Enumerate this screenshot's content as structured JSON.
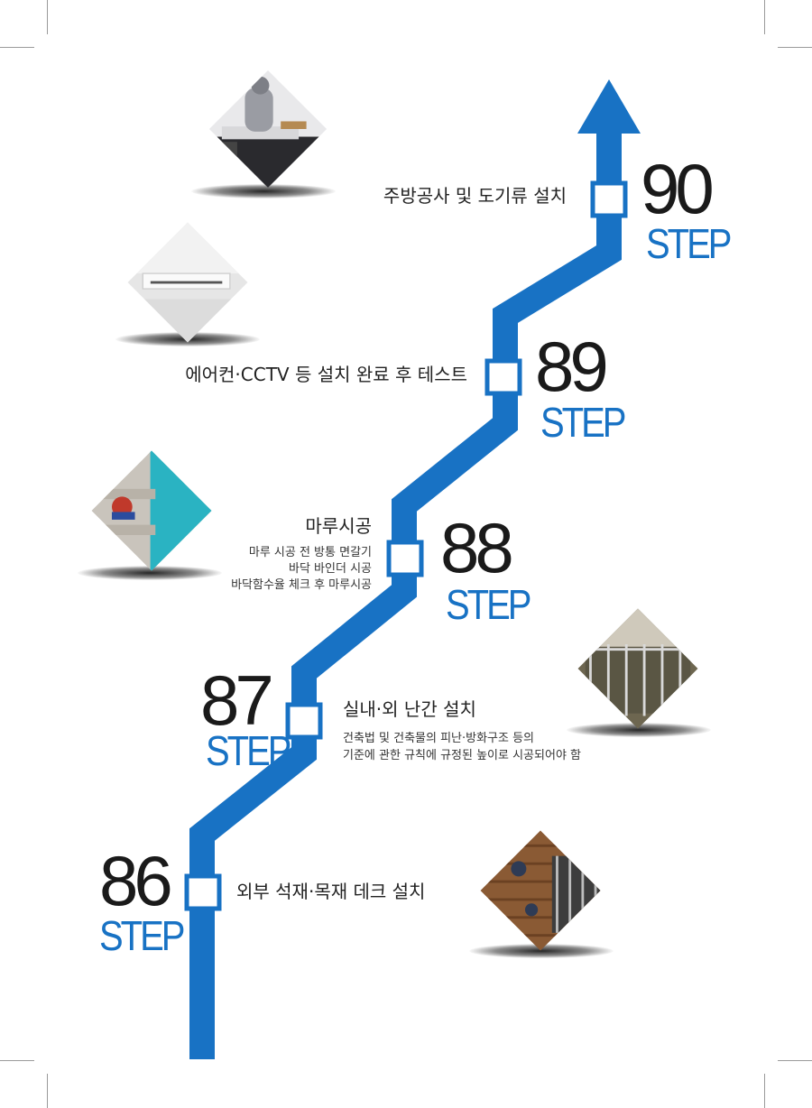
{
  "colors": {
    "path": "#1872c4",
    "marker_fill": "#ffffff",
    "step_word": "#1872c4",
    "step_number": "#1a1a1a"
  },
  "steps": [
    {
      "number": "90",
      "word": "STEP",
      "title": "주방공사 및 도기류 설치",
      "lines": [],
      "photo": "kitchen-installation-photo"
    },
    {
      "number": "89",
      "word": "STEP",
      "title": "에어컨·CCTV 등 설치 완료 후 테스트",
      "lines": [],
      "photo": "ceiling-air-conditioner-photo"
    },
    {
      "number": "88",
      "word": "STEP",
      "title": "마루시공",
      "lines": [
        "마루 시공 전 방통 면갈기",
        "바닥 바인더 시공",
        "바닥함수율 체크 후 마루시공"
      ],
      "photo": "floor-grinding-photo"
    },
    {
      "number": "87",
      "word": "STEP",
      "title": "실내·외 난간 설치",
      "lines": [
        "건축법 및 건축물의 피난·방화구조 등의",
        "기준에 관한 규칙에 규정된 높이로 시공되어야 함"
      ],
      "photo": "railing-installation-photo"
    },
    {
      "number": "86",
      "word": "STEP",
      "title": "외부   석재·목재 데크 설치",
      "lines": [],
      "photo": "wood-deck-installation-photo"
    }
  ]
}
